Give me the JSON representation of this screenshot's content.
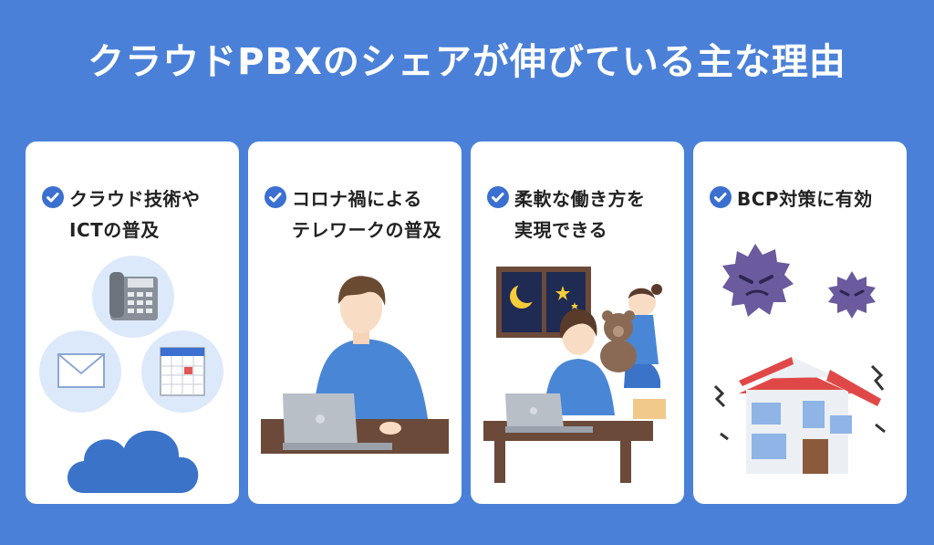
{
  "title": "クラウドPBXのシェアが伸びている主な理由",
  "colors": {
    "background": "#4a80d8",
    "card": "#ffffff",
    "accent": "#3b6fd0"
  },
  "cards": [
    {
      "lines": [
        "クラウド技術や",
        "ICTの普及"
      ],
      "icon": "check-circle-icon",
      "illustration": "phone-mail-calendar-cloud"
    },
    {
      "lines": [
        "コロナ禍による",
        "テレワークの普及"
      ],
      "icon": "check-circle-icon",
      "illustration": "person-working-on-laptop"
    },
    {
      "lines": [
        "柔軟な働き方を",
        "実現できる"
      ],
      "icon": "check-circle-icon",
      "illustration": "parent-working-at-night-with-child"
    },
    {
      "lines": [
        "BCP対策に有効"
      ],
      "icon": "check-circle-icon",
      "illustration": "viruses-and-earthquake-house"
    }
  ]
}
